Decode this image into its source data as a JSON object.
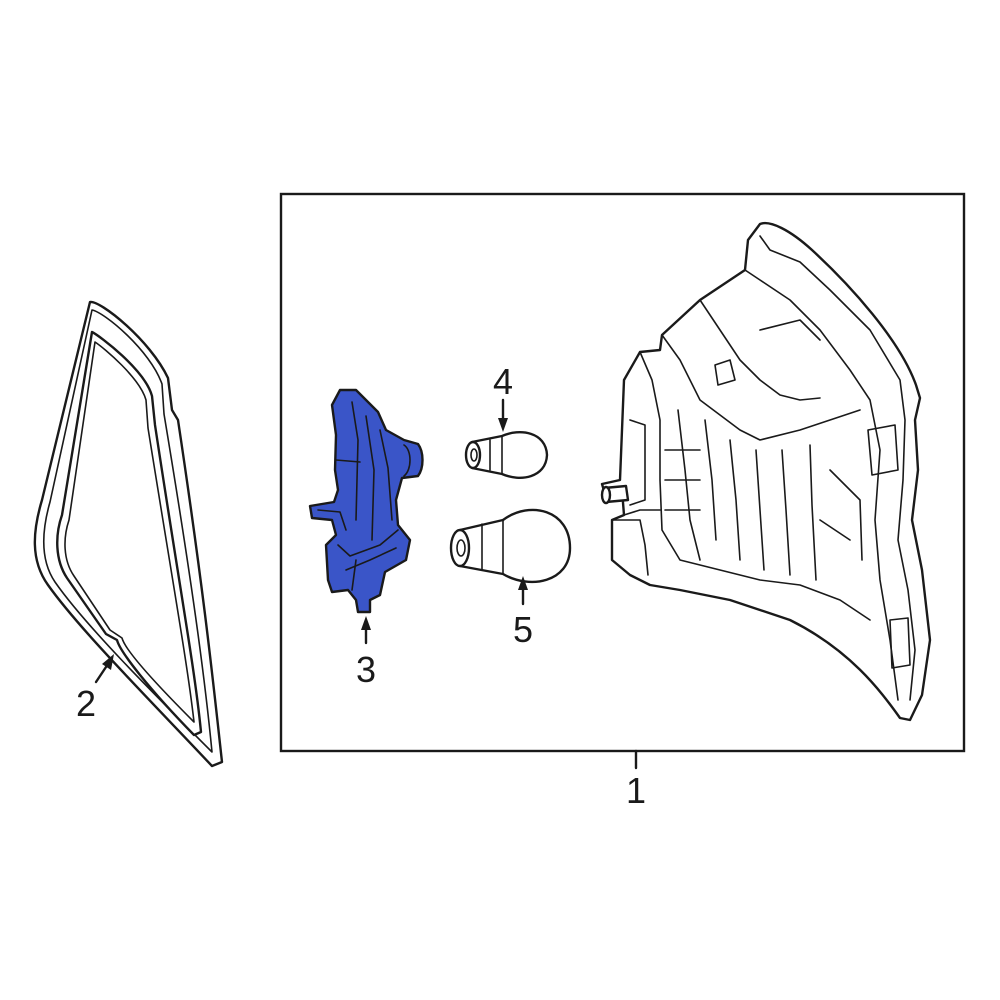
{
  "diagram": {
    "highlight_color": "#3a55c8",
    "line_color": "#1a1a1a",
    "callouts": [
      {
        "id": "1",
        "label": "1"
      },
      {
        "id": "2",
        "label": "2"
      },
      {
        "id": "3",
        "label": "3"
      },
      {
        "id": "4",
        "label": "4"
      },
      {
        "id": "5",
        "label": "5"
      }
    ]
  }
}
